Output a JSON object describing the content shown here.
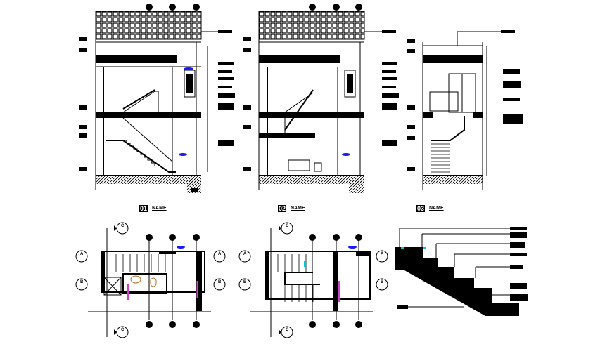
{
  "drawing": {
    "sections": [
      {
        "id": "section-1",
        "title": "NAME",
        "number": "01"
      },
      {
        "id": "section-2",
        "title": "NAME",
        "number": "02"
      },
      {
        "id": "section-3",
        "title": "NAME",
        "number": "03"
      }
    ],
    "plans": [
      {
        "id": "plan-1",
        "markers": [
          "A",
          "B",
          "C"
        ]
      },
      {
        "id": "plan-2",
        "markers": [
          "A",
          "B",
          "C"
        ]
      }
    ],
    "detail": {
      "id": "stair-detail"
    },
    "colors": {
      "line": "#000000",
      "accent_blue": "#1a1aff",
      "accent_cyan": "#00c8d8",
      "accent_magenta": "#d040d0"
    }
  }
}
